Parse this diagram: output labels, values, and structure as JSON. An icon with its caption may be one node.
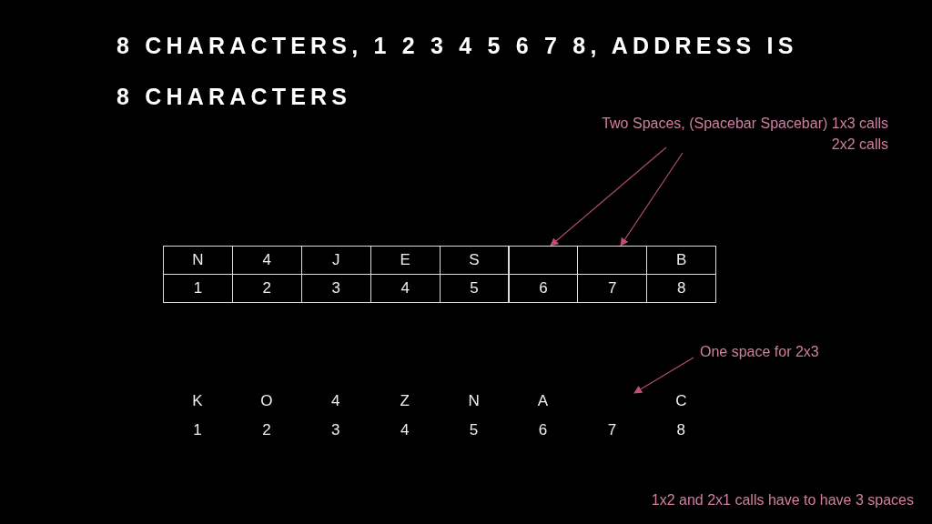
{
  "diagram": {
    "title": "8 CHARACTERS, 1 2 3 4 5 6 7 8, ADDRESS IS 8 CHARACTERS",
    "nodes": [
      {
        "text": [
          "Two Spaces, (Spacebar Spacebar) 1x3 calls",
          "2x2 calls"
        ]
      },
      {
        "text": [],
        "shape": "box"
      },
      {
        "text": [],
        "shape": "box"
      },
      {
        "text": [
          "One space for 2x3"
        ]
      }
    ],
    "edges": [
      {
        "from": 0,
        "to": 1,
        "arrow": "to"
      },
      {
        "from": 0,
        "to": 2,
        "arrow": "to"
      },
      {
        "from": 3,
        "to": null,
        "arrow": "to"
      }
    ],
    "labels": [
      "N",
      "4",
      "J",
      "E",
      "S",
      "B",
      "1",
      "2",
      "3",
      "4",
      "5",
      "6",
      "7",
      "8",
      "K",
      "O",
      "4",
      "Z",
      "N",
      "A",
      "C",
      "1",
      "2",
      "3",
      "4",
      "5",
      "6",
      "7",
      "8",
      "1x2 and 2x1 calls have to have 3 spaces"
    ]
  }
}
